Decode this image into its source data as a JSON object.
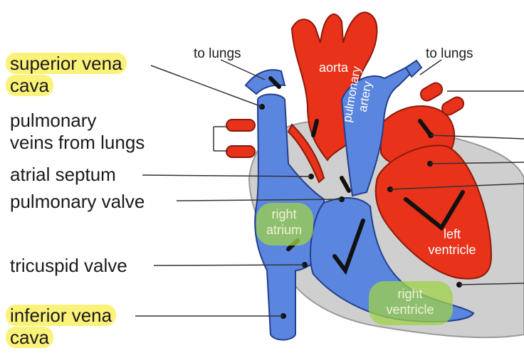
{
  "labels": {
    "to_lungs_left": "to lungs",
    "to_lungs_right": "to lungs",
    "superior_vena_cava": [
      "superior vena",
      "cava"
    ],
    "pulmonary_veins": [
      "pulmonary",
      "veins from lungs"
    ],
    "atrial_septum": "atrial septum",
    "pulmonary_valve": "pulmonary valve",
    "tricuspid_valve": "tricuspid valve",
    "inferior_vena_cava": [
      "inferior vena",
      "cava"
    ]
  },
  "inner_labels": {
    "aorta": "aorta",
    "pulmonary_artery": [
      "pulmonary",
      "artery"
    ],
    "right_atrium": [
      "right",
      "atrium"
    ],
    "right_ventricle": [
      "right",
      "ventricle"
    ],
    "left_ventricle": [
      "left",
      "ventricle"
    ]
  },
  "colors": {
    "oxygen_poor": "#5b86e0",
    "oxygen_rich": "#e8321a",
    "pericardium": "#cfcfcf",
    "highlight": "#fbf27a",
    "leader": "#333333"
  }
}
